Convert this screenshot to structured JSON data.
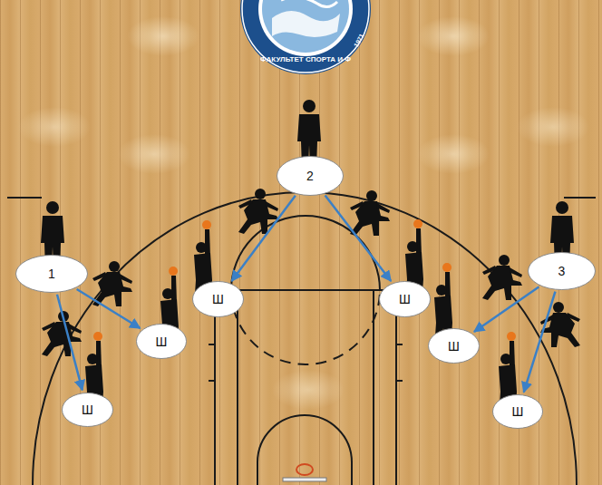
{
  "diagram": {
    "nodes": [
      {
        "text": [
          "2"
        ]
      },
      {
        "text": [
          "1"
        ]
      },
      {
        "text": [
          "3"
        ]
      },
      {
        "text": [
          "Ш"
        ]
      },
      {
        "text": [
          "Ш"
        ]
      },
      {
        "text": [
          "Ш"
        ]
      },
      {
        "text": [
          "Ш"
        ]
      },
      {
        "text": [
          "Ш"
        ]
      },
      {
        "text": [
          "Ш"
        ]
      }
    ],
    "edges": [
      {
        "from": 0,
        "to": 3,
        "arrow": "to"
      },
      {
        "from": 0,
        "to": 4,
        "arrow": "to"
      },
      {
        "from": 1,
        "to": 5,
        "arrow": "to"
      },
      {
        "from": 1,
        "to": 7,
        "arrow": "to"
      },
      {
        "from": 2,
        "to": 6,
        "arrow": "to"
      },
      {
        "from": 2,
        "to": 8,
        "arrow": "to"
      }
    ],
    "labels": [
      "ФАКУЛЬТЕТ СПОРТА И Ф",
      "1971"
    ]
  }
}
